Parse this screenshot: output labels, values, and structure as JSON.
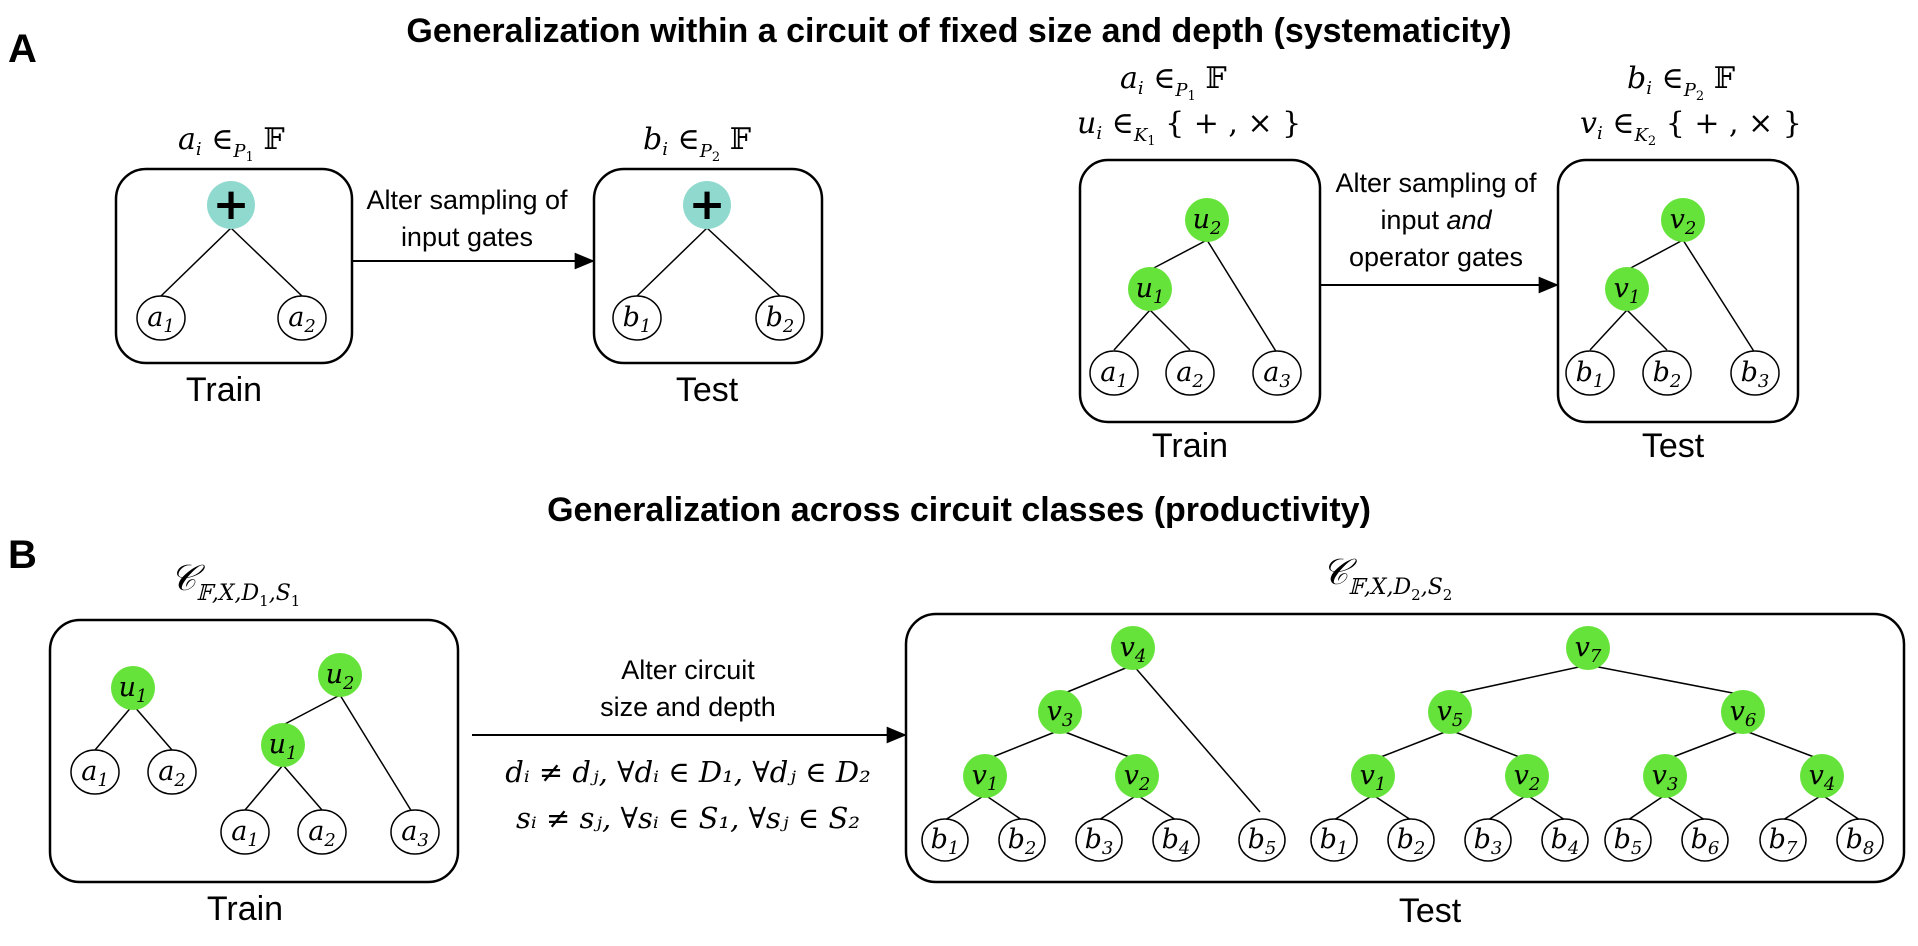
{
  "panel_a": {
    "letter": "A",
    "title": "Generalization within a circuit of fixed size and depth (systematicity)",
    "left": {
      "train_label": "Train",
      "test_label": "Test",
      "arrow_line1": "Alter sampling of",
      "arrow_line2": "input gates",
      "train_header": {
        "var": "a",
        "idx": "i",
        "sub": "P",
        "subidx": "1",
        "set": "𝔽"
      },
      "test_header": {
        "var": "b",
        "idx": "i",
        "sub": "P",
        "subidx": "2",
        "set": "𝔽"
      },
      "root_symbol": "+",
      "train_leaves": [
        {
          "v": "a",
          "i": "1"
        },
        {
          "v": "a",
          "i": "2"
        }
      ],
      "test_leaves": [
        {
          "v": "b",
          "i": "1"
        },
        {
          "v": "b",
          "i": "2"
        }
      ]
    },
    "right": {
      "train_label": "Train",
      "test_label": "Test",
      "arrow_line1": "Alter sampling of",
      "arrow_line2_pre": "input ",
      "arrow_line2_em": "and",
      "arrow_line3": "operator gates",
      "train_header1": {
        "var": "a",
        "idx": "i",
        "sub": "P",
        "subidx": "1",
        "set": "𝔽"
      },
      "train_header2": {
        "var": "u",
        "idx": "i",
        "sub": "K",
        "subidx": "1",
        "set": "{ + , × }"
      },
      "test_header1": {
        "var": "b",
        "idx": "i",
        "sub": "P",
        "subidx": "2",
        "set": "𝔽"
      },
      "test_header2": {
        "var": "v",
        "idx": "i",
        "sub": "K",
        "subidx": "2",
        "set": "{ + , × }"
      },
      "train_ops": [
        {
          "v": "u",
          "i": "2"
        },
        {
          "v": "u",
          "i": "1"
        }
      ],
      "train_leaves": [
        {
          "v": "a",
          "i": "1"
        },
        {
          "v": "a",
          "i": "2"
        },
        {
          "v": "a",
          "i": "3"
        }
      ],
      "test_ops": [
        {
          "v": "v",
          "i": "2"
        },
        {
          "v": "v",
          "i": "1"
        }
      ],
      "test_leaves": [
        {
          "v": "b",
          "i": "1"
        },
        {
          "v": "b",
          "i": "2"
        },
        {
          "v": "b",
          "i": "3"
        }
      ]
    }
  },
  "panel_b": {
    "letter": "B",
    "title": "Generalization across circuit classes (productivity)",
    "train_label": "Train",
    "test_label": "Test",
    "train_class": {
      "script": "𝒞",
      "sub": "𝔽,X,D",
      "subidx": "1",
      "tail": ",S",
      "tailidx": "1"
    },
    "test_class": {
      "script": "𝒞",
      "sub": "𝔽,X,D",
      "subidx": "2",
      "tail": ",S",
      "tailidx": "2"
    },
    "arrow_line1": "Alter circuit",
    "arrow_line2": "size and depth",
    "condition_d": "dᵢ ≠ dⱼ,  ∀dᵢ ∈ D₁, ∀dⱼ ∈ D₂",
    "condition_s": "sᵢ ≠ sⱼ,  ∀sᵢ ∈ S₁, ∀sⱼ ∈ S₂",
    "train_small_ops": [
      {
        "v": "u",
        "i": "1"
      }
    ],
    "train_small_leaves": [
      {
        "v": "a",
        "i": "1"
      },
      {
        "v": "a",
        "i": "2"
      }
    ],
    "train_big_ops": [
      {
        "v": "u",
        "i": "2"
      },
      {
        "v": "u",
        "i": "1"
      }
    ],
    "train_big_leaves": [
      {
        "v": "a",
        "i": "1"
      },
      {
        "v": "a",
        "i": "2"
      },
      {
        "v": "a",
        "i": "3"
      }
    ],
    "test_left_ops": [
      {
        "v": "v",
        "i": "4"
      },
      {
        "v": "v",
        "i": "3"
      },
      {
        "v": "v",
        "i": "1"
      },
      {
        "v": "v",
        "i": "2"
      }
    ],
    "test_left_leaves": [
      {
        "v": "b",
        "i": "1"
      },
      {
        "v": "b",
        "i": "2"
      },
      {
        "v": "b",
        "i": "3"
      },
      {
        "v": "b",
        "i": "4"
      },
      {
        "v": "b",
        "i": "5"
      }
    ],
    "test_right_ops": [
      {
        "v": "v",
        "i": "7"
      },
      {
        "v": "v",
        "i": "5"
      },
      {
        "v": "v",
        "i": "6"
      },
      {
        "v": "v",
        "i": "1"
      },
      {
        "v": "v",
        "i": "2"
      },
      {
        "v": "v",
        "i": "3"
      },
      {
        "v": "v",
        "i": "4"
      }
    ],
    "test_right_leaves": [
      {
        "v": "b",
        "i": "1"
      },
      {
        "v": "b",
        "i": "2"
      },
      {
        "v": "b",
        "i": "3"
      },
      {
        "v": "b",
        "i": "4"
      },
      {
        "v": "b",
        "i": "5"
      },
      {
        "v": "b",
        "i": "6"
      },
      {
        "v": "b",
        "i": "7"
      },
      {
        "v": "b",
        "i": "8"
      }
    ]
  },
  "colors": {
    "operator_node": "#66e33a",
    "plus_node": "#8fd9cf",
    "leaf_fill": "#ffffff",
    "stroke": "#000000"
  }
}
